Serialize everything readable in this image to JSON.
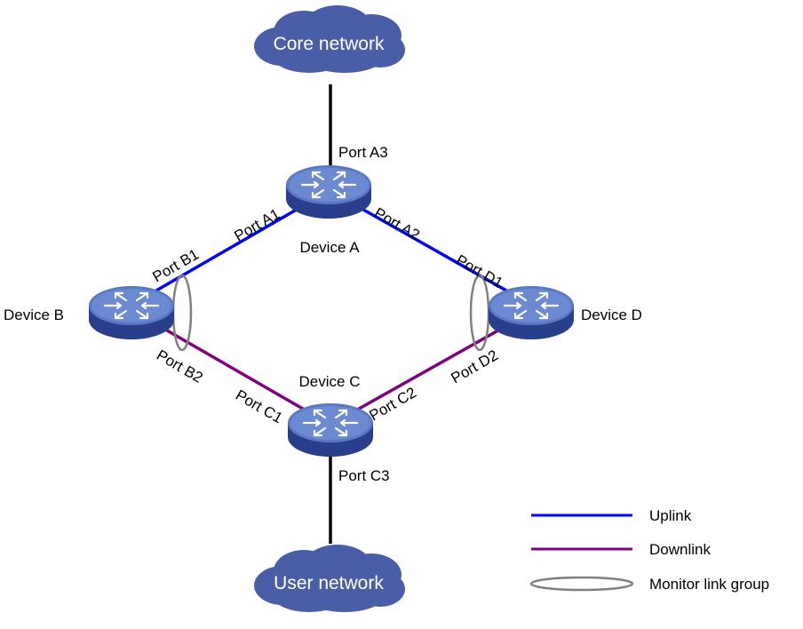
{
  "clouds": {
    "core": "Core network",
    "user": "User network"
  },
  "devices": {
    "a": "Device A",
    "b": "Device B",
    "c": "Device C",
    "d": "Device D"
  },
  "ports": {
    "a1": "Port A1",
    "a2": "Port A2",
    "a3": "Port A3",
    "b1": "Port B1",
    "b2": "Port B2",
    "c1": "Port C1",
    "c2": "Port C2",
    "c3": "Port C3",
    "d1": "Port D1",
    "d2": "Port D2"
  },
  "legend": {
    "uplink": "Uplink",
    "downlink": "Downlink",
    "monitor": "Monitor link group"
  },
  "colors": {
    "uplink": "#0000ff",
    "downlink": "#800080",
    "cloud": "#4a5ea8",
    "monitor": "#808080",
    "trunk": "#000000"
  },
  "icons": {
    "device": "router-icon",
    "network": "cloud-icon"
  }
}
